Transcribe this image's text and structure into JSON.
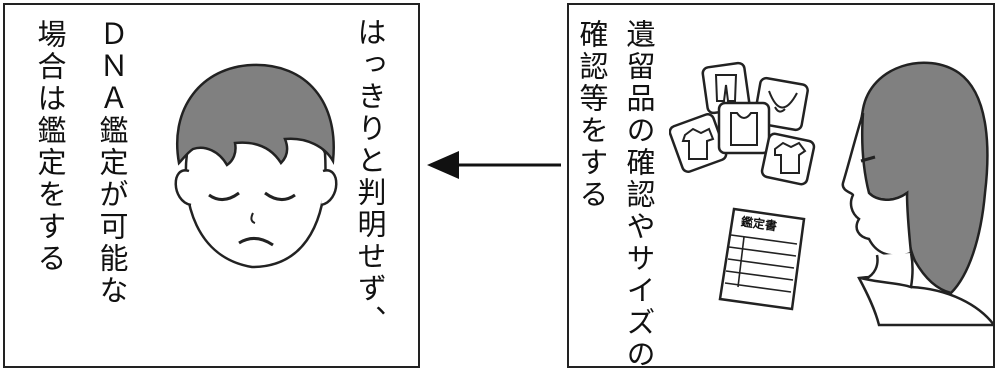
{
  "left_panel": {
    "lines": [
      "はっきりと判明せず、",
      "ＤＮＡ鑑定が可能な",
      "場合は鑑定をする"
    ]
  },
  "right_panel": {
    "lines": [
      "遺留品の確認やサイズの",
      "確認等をする"
    ],
    "document_title": "鑑定書"
  },
  "arrow": {
    "direction": "right-to-left"
  },
  "colors": {
    "hair": "#808080",
    "line": "#222222",
    "background": "#ffffff"
  }
}
